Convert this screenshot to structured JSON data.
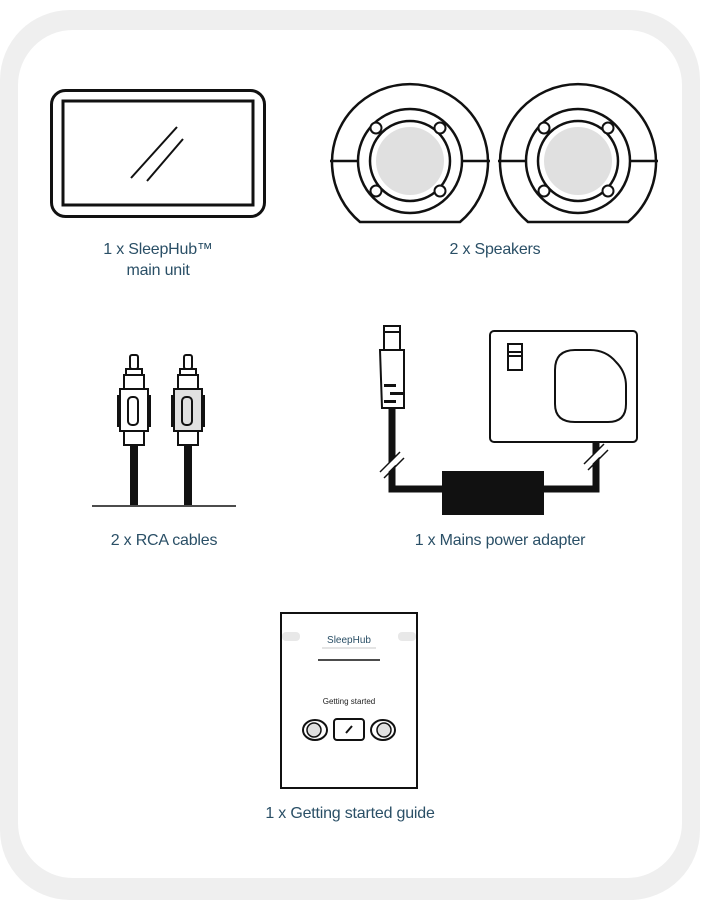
{
  "colors": {
    "frame": "#efefef",
    "panel": "#ffffff",
    "label": "#2a4f66",
    "line": "#111111",
    "fill_gray": "#e0e0e0"
  },
  "items": [
    {
      "id": "main-unit",
      "label_line1": "1 x SleepHub™",
      "label_line2": "main unit",
      "icon": "tablet-screen-icon"
    },
    {
      "id": "speakers",
      "label": "2 x Speakers",
      "icon": "speaker-icon"
    },
    {
      "id": "rca-cables",
      "label": "2 x RCA cables",
      "icon": "rca-cable-icon"
    },
    {
      "id": "power-adapter",
      "label": "1 x Mains power adapter",
      "icon": "power-adapter-icon"
    },
    {
      "id": "guide",
      "label": "1 x Getting started guide",
      "icon": "booklet-icon"
    }
  ],
  "guide_cover": {
    "brand": "SleepHub",
    "title": "Getting started"
  }
}
